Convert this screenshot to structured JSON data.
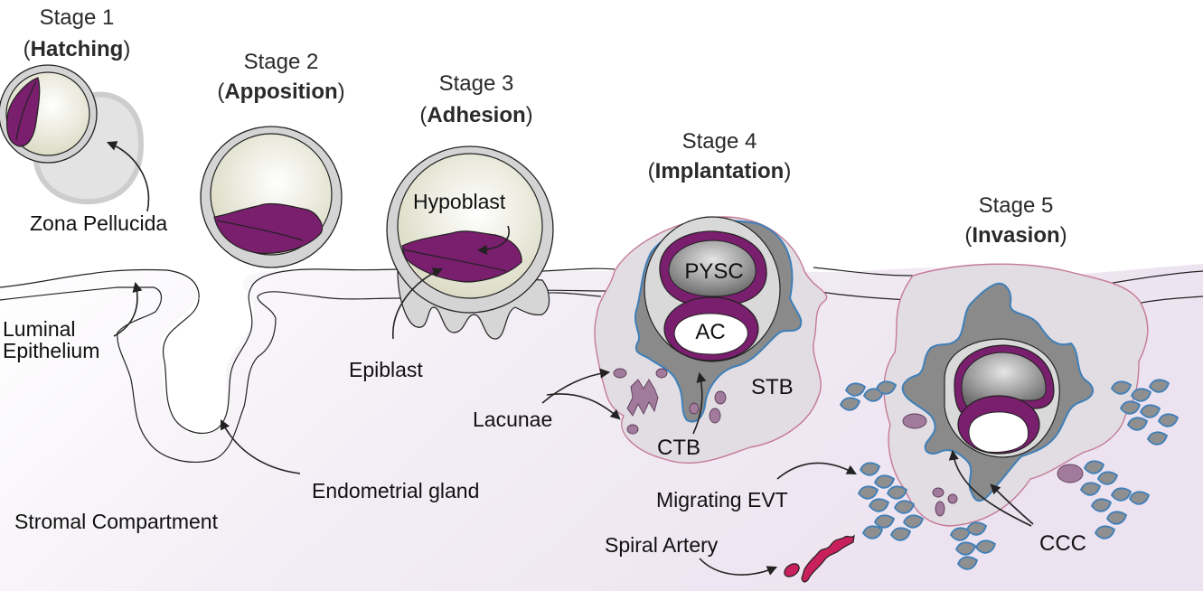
{
  "stages": [
    {
      "number_label": "Stage 1",
      "name": "Hatching"
    },
    {
      "number_label": "Stage 2",
      "name": "Apposition"
    },
    {
      "number_label": "Stage 3",
      "name": "Adhesion"
    },
    {
      "number_label": "Stage 4",
      "name": "Implantation"
    },
    {
      "number_label": "Stage 5",
      "name": "Invasion"
    }
  ],
  "annotations": {
    "zona_pellucida": "Zona Pellucida",
    "luminal_epithelium_line1": "Luminal",
    "luminal_epithelium_line2": "Epithelium",
    "hypoblast": "Hypoblast",
    "epiblast": "Epiblast",
    "endometrial_gland": "Endometrial gland",
    "stromal_compartment": "Stromal Compartment",
    "lacunae": "Lacunae",
    "ctb": "CTB",
    "stb": "STB",
    "pysc": "PYSC",
    "ac": "AC",
    "migrating_evt": "Migrating EVT",
    "spiral_artery": "Spiral Artery",
    "ccc": "CCC"
  },
  "colors": {
    "embryo_purple": "#7a1e6e",
    "cytotrophoblast_outline": "#3f7fb8",
    "syncytiotrophoblast_outline": "#c57a97",
    "spiral_artery": "#c8205a",
    "lacunae": "#a17a9c",
    "stroma": "#efe6f1"
  }
}
